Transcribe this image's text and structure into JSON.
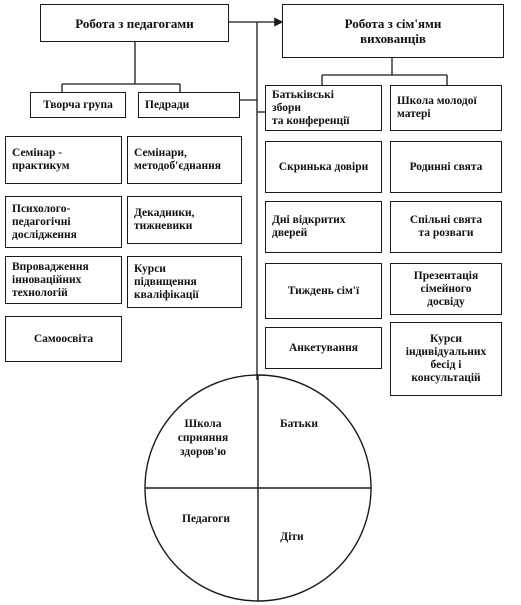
{
  "teachers": {
    "title": "Робота з педагогами",
    "creative_group": "Творча група",
    "councils": "Педради",
    "left_column": [
      "Семінар -\nпрактикум",
      "Психолого-\nпедагогічні\nдослідження",
      "Впровадження\nінноваційних\nтехнологій",
      "Самоосвіта"
    ],
    "right_column": [
      "Семінари,\nметодоб'єднання",
      "Декадники,\nтижневики",
      "Курси\nпідвищення\nкваліфікації"
    ]
  },
  "families": {
    "title": "Робота з сім'ями\nвихованців",
    "left_column": [
      "Батьківські\nзбори\n та конференції",
      "Скринька довіри",
      "Дні відкритих\nдверей",
      "Тиждень сім'ї",
      "Анкетування"
    ],
    "right_column": [
      "Школа молодої\nматері",
      "Родинні свята",
      "Спільні свята\nта розваги",
      "Презентація\nсімейного\nдосвіду",
      "Курси\nіндивідуальних\nбесід і\nконсультацій"
    ]
  },
  "circle": {
    "top_left": "Школа\nсприяння\nздоров'ю",
    "top_right": "Батьки",
    "bottom_left": "Педагоги",
    "bottom_right": "Діти"
  }
}
